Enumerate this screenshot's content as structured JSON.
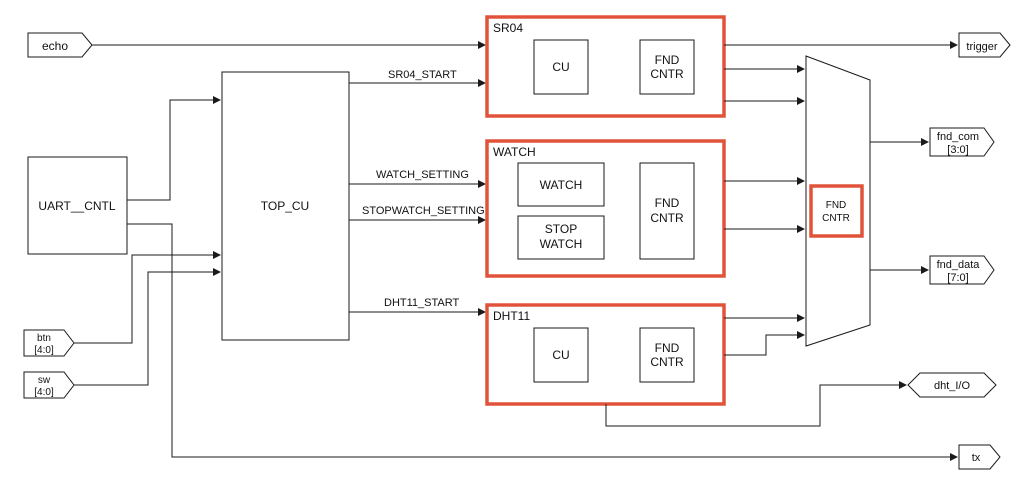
{
  "diagram": {
    "inputs": {
      "echo": "echo",
      "uart": "UART__CNTL",
      "btn": [
        "btn",
        "[4:0]"
      ],
      "sw": [
        "sw",
        "[4:0]"
      ]
    },
    "top_cu": "TOP_CU",
    "signals": {
      "sr04_start": "SR04_START",
      "watch_setting": "WATCH_SETTING",
      "stopwatch_setting": "STOPWATCH_SETTING",
      "dht11_start": "DHT11_START"
    },
    "modules": {
      "sr04": {
        "title": "SR04",
        "cu": "CU",
        "fnd": [
          "FND",
          "CNTR"
        ]
      },
      "watch": {
        "title": "WATCH",
        "watch": "WATCH",
        "stopwatch": [
          "STOP",
          "WATCH"
        ],
        "fnd": [
          "FND",
          "CNTR"
        ]
      },
      "dht11": {
        "title": "DHT11",
        "cu": "CU",
        "fnd": [
          "FND",
          "CNTR"
        ]
      }
    },
    "mux": {
      "label": [
        "FND",
        "CNTR"
      ]
    },
    "outputs": {
      "trigger": "trigger",
      "fnd_com": [
        "fnd_com",
        "[3:0]"
      ],
      "fnd_data": [
        "fnd_data",
        "[7:0]"
      ],
      "dht_io": "dht_I/O",
      "tx": "tx"
    },
    "highlight_color": "#e0533a"
  }
}
